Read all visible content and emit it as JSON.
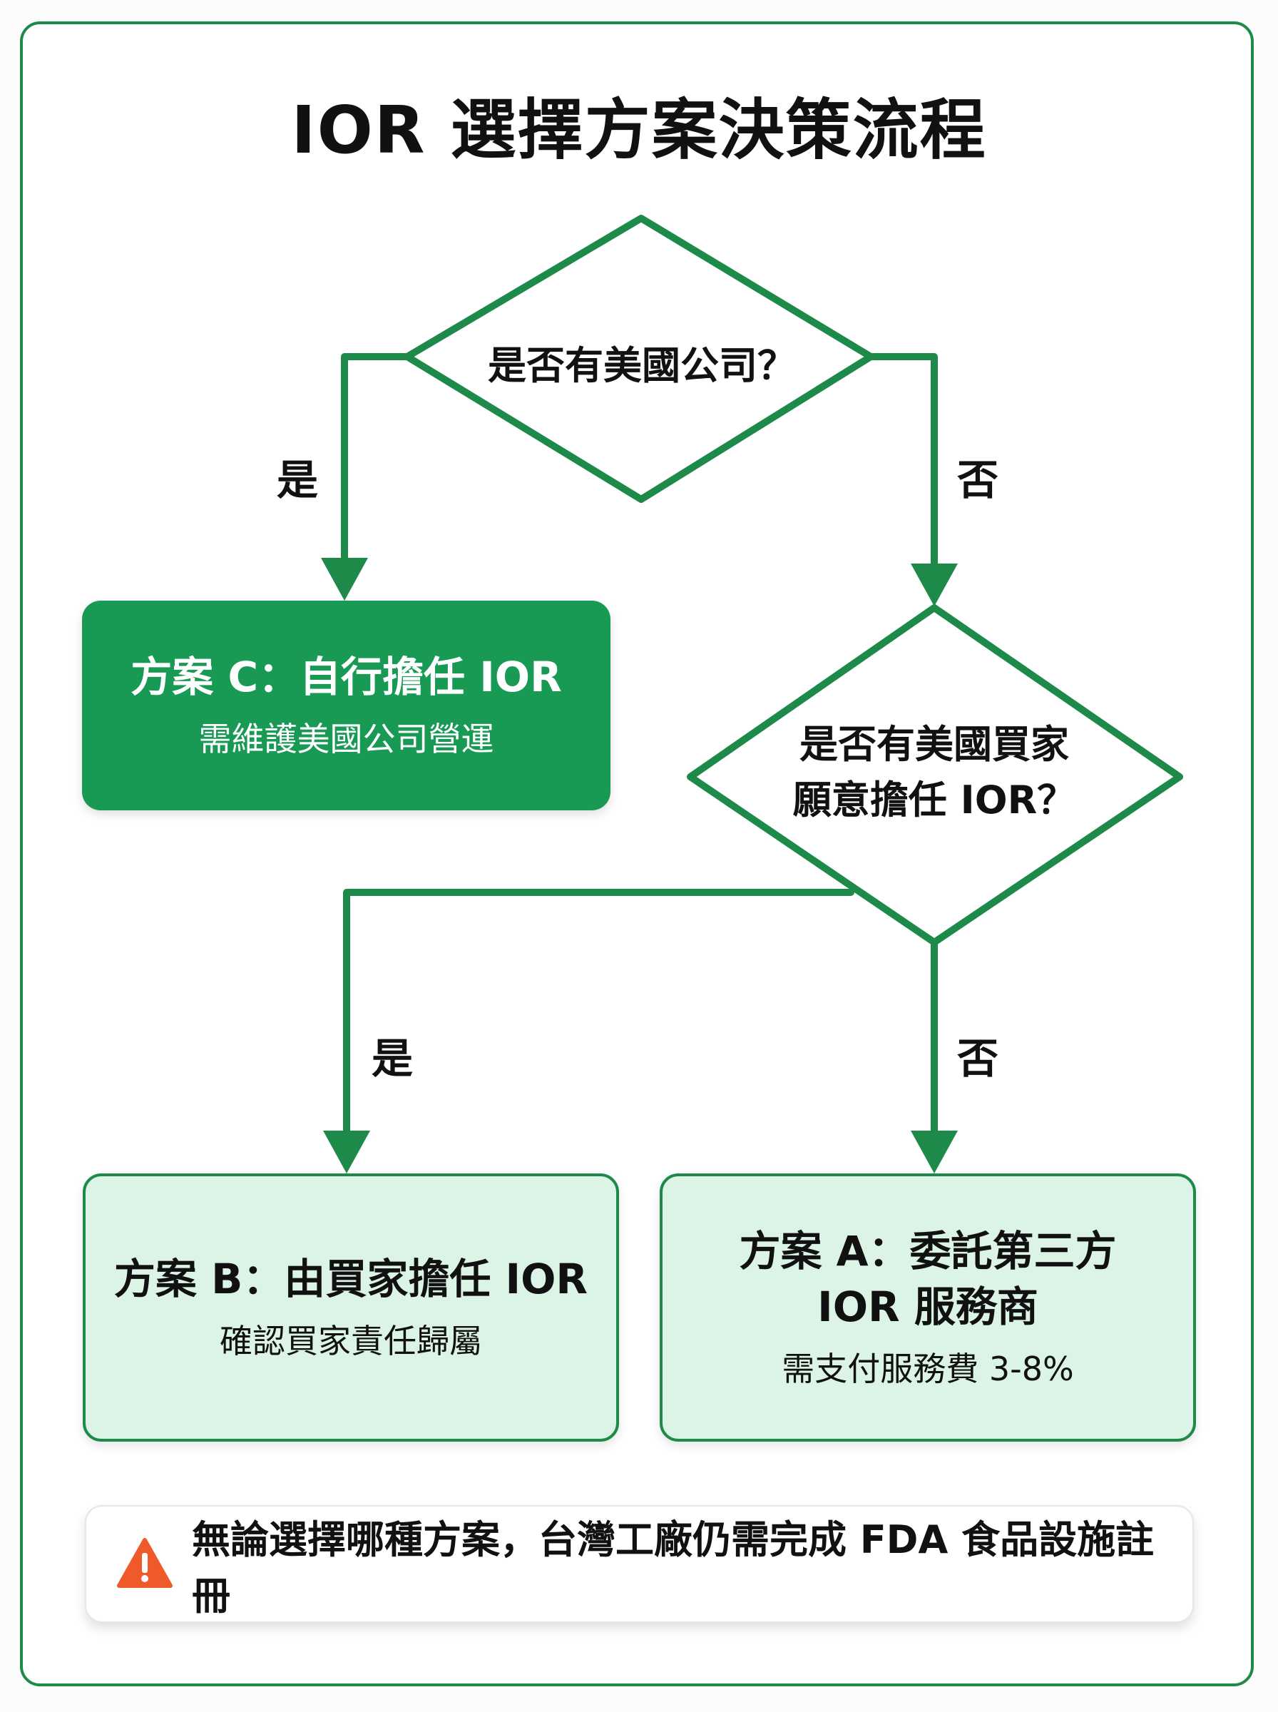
{
  "title": "IOR 選擇方案決策流程",
  "colors": {
    "accent": "#1e8a4a",
    "dark_box_fill": "#189a55",
    "light_box_fill": "#dcf4e5",
    "warning_icon": "#ee5a2a"
  },
  "decisions": [
    {
      "id": "d1",
      "text": "是否有美國公司？"
    },
    {
      "id": "d2",
      "line1": "是否有美國買家",
      "line2": "願意擔任 IOR？"
    }
  ],
  "branch_labels": {
    "d1_yes": "是",
    "d1_no": "否",
    "d2_yes": "是",
    "d2_no": "否"
  },
  "options": {
    "c": {
      "title": "方案 C：自行擔任 IOR",
      "subtitle": "需維護美國公司營運"
    },
    "b": {
      "title": "方案 B：由買家擔任 IOR",
      "subtitle": "確認買家責任歸屬"
    },
    "a": {
      "title_line1": "方案 A：委託第三方",
      "title_line2": "IOR 服務商",
      "subtitle": "需支付服務費 3-8%"
    }
  },
  "warning": {
    "icon": "warning-triangle-icon",
    "text": "無論選擇哪種方案，台灣工廠仍需完成 FDA 食品設施註冊"
  }
}
